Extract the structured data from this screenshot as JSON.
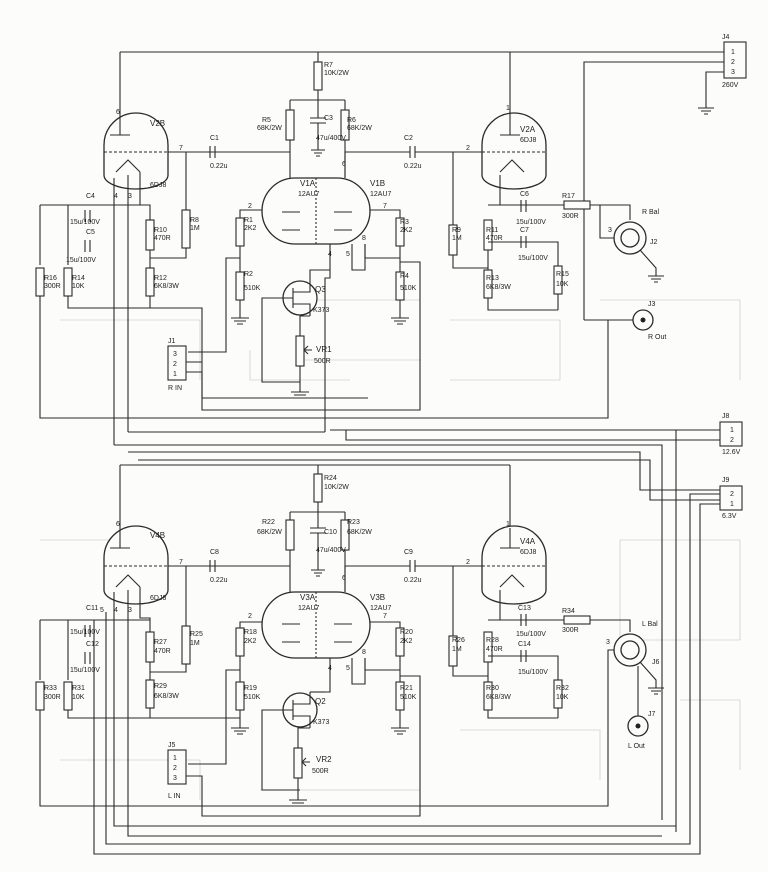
{
  "labels": {
    "J4": "J4",
    "J4_p1": "1",
    "J4_p2": "2",
    "J4_p3": "3",
    "J4_v": "260V",
    "R7": "R7",
    "R7v": "10K/2W",
    "R5": "R5",
    "R5v": "68K/2W",
    "R6": "R6",
    "R6v": "68K/2W",
    "C3": "C3",
    "C3v": "47u/400V",
    "V2B": "V2B",
    "V2B_7": "7",
    "V2B_6": "6",
    "V2B_3": "3",
    "V2B_4": "4",
    "V2B_t": "6DJ8",
    "C1": "C1",
    "C1v": "0.22u",
    "C2": "C2",
    "C2v": "0.22u",
    "V2A": "V2A",
    "V2A_t": "6DJ8",
    "V2A_2": "2",
    "V2A_1": "1",
    "V1A": "V1A",
    "V1A_t": "12AU7",
    "V1A_6": "6",
    "V1A_2": "2",
    "V1B": "V1B",
    "V1B_t": "12AU7",
    "V1B_7": "7",
    "V1B_4": "4",
    "V1B_5": "5",
    "V1B_8": "8",
    "C4": "C4",
    "C4v": "15u/100V",
    "C5": "C5",
    "C5v": "15u/100V",
    "R10": "R10",
    "R10v": "470R",
    "R8": "R8",
    "R8v": "1M",
    "R1": "R1",
    "R1v": "2K2",
    "R2": "R2",
    "R2v": "510K",
    "R3": "R3",
    "R3v": "2K2",
    "R4": "R4",
    "R4v": "510K",
    "R9": "R9",
    "R9v": "1M",
    "R11": "R11",
    "R11v": "470R",
    "C6": "C6",
    "C6v": "15u/100V",
    "C7": "C7",
    "C7v": "15u/100V",
    "R17": "R17",
    "R17v": "300R",
    "J2": "J2",
    "J2_lbl": "R Bal",
    "J2_3": "3",
    "R16": "R16",
    "R16v": "300R",
    "R14": "R14",
    "R14v": "10K",
    "R12": "R12",
    "R12v": "6K8/3W",
    "R13": "R13",
    "R13v": "6K8/3W",
    "R15": "R15",
    "R15v": "10K",
    "Q3": "Q3",
    "Q3t": "K373",
    "VR1": "VR1",
    "VR1v": "500R",
    "J3": "J3",
    "J3_lbl": "R Out",
    "J1": "J1",
    "J1_3": "3",
    "J1_2": "2",
    "J1_1": "1",
    "J1_lbl": "R IN",
    "J8": "J8",
    "J8_1": "1",
    "J8_2": "2",
    "J8_v": "12.6V",
    "J9": "J9",
    "J9_2": "2",
    "J9_1": "1",
    "J9_v": "6.3V",
    "R24": "R24",
    "R24v": "10K/2W",
    "R22": "R22",
    "R22v": "68K/2W",
    "R23": "R23",
    "R23v": "68K/2W",
    "C10": "C10",
    "C10v": "47u/400V",
    "V4B": "V4B",
    "V4B_6": "6",
    "V4B_7": "7",
    "V4B_t": "6DJ8",
    "V4B_3": "3",
    "V4B_4": "4",
    "V4B_5": "5",
    "C8": "C8",
    "C8v": "0.22u",
    "C9": "C9",
    "C9v": "0.22u",
    "V4A": "V4A",
    "V4A_t": "6DJ8",
    "V4A_2": "2",
    "V4A_1": "1",
    "V3A": "V3A",
    "V3A_t": "12AU7",
    "V3A_6": "6",
    "V3A_2": "2",
    "V3B": "V3B",
    "V3B_t": "12AU7",
    "V3B_7": "7",
    "V3B_4": "4",
    "V3B_5": "5",
    "V3B_8": "8",
    "C11": "C11",
    "C11v": "15u/100V",
    "C12": "C12",
    "C12v": "15u/100V",
    "R27": "R27",
    "R27v": "470R",
    "R25": "R25",
    "R25v": "1M",
    "R18": "R18",
    "R18v": "2K2",
    "R19": "R19",
    "R19v": "510K",
    "R20": "R20",
    "R20v": "2K2",
    "R21": "R21",
    "R21v": "510K",
    "R26": "R26",
    "R26v": "1M",
    "R28": "R28",
    "R28v": "470R",
    "C13": "C13",
    "C13v": "15u/100V",
    "C14": "C14",
    "C14v": "15u/100V",
    "R34": "R34",
    "R34v": "300R",
    "J6": "J6",
    "J6_lbl": "L Bal",
    "J6_3": "3",
    "R33": "R33",
    "R33v": "300R",
    "R31": "R31",
    "R31v": "10K",
    "R29": "R29",
    "R29v": "6K8/3W",
    "R30": "R30",
    "R30v": "6K8/3W",
    "R32": "R32",
    "R32v": "10K",
    "Q2": "Q2",
    "Q2t": "K373",
    "VR2": "VR2",
    "VR2v": "500R",
    "J7": "J7",
    "J7_lbl": "L Out",
    "J5": "J5",
    "J5_1": "1",
    "J5_2": "2",
    "J5_3": "3",
    "J5_lbl": "L IN"
  }
}
